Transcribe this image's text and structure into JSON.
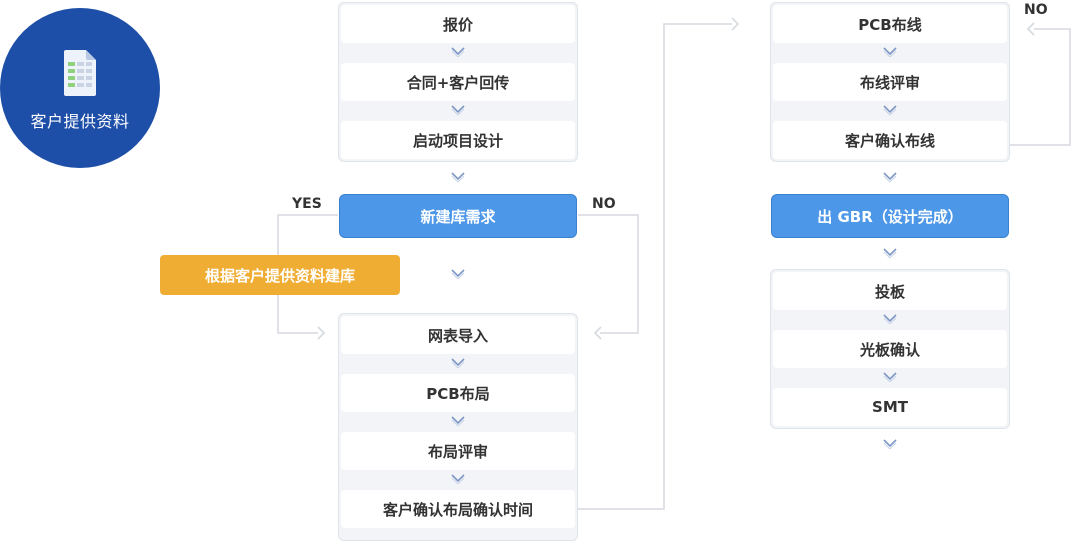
{
  "badge": {
    "label": "客户提供资料",
    "icon": "document-icon"
  },
  "left_top": [
    "报价",
    "合同+客户回传",
    "启动项目设计"
  ],
  "decision": {
    "label": "新建库需求",
    "yes": "YES",
    "no": "NO"
  },
  "yes_action": "根据客户提供资料建库",
  "left_bottom": [
    "网表导入",
    "PCB布局",
    "布局评审",
    "客户确认布局确认时间"
  ],
  "right_top": [
    "PCB布线",
    "布线评审",
    "客户确认布线"
  ],
  "right_loop_label": "NO",
  "gbr": "出 GBR（设计完成）",
  "right_bottom": [
    "投板",
    "光板确认",
    "SMT"
  ],
  "colors": {
    "badge": "#1d4ea8",
    "highlight": "#4d97e8",
    "orange": "#f0ad34",
    "connector": "#d5d9e0",
    "text": "#333333"
  }
}
